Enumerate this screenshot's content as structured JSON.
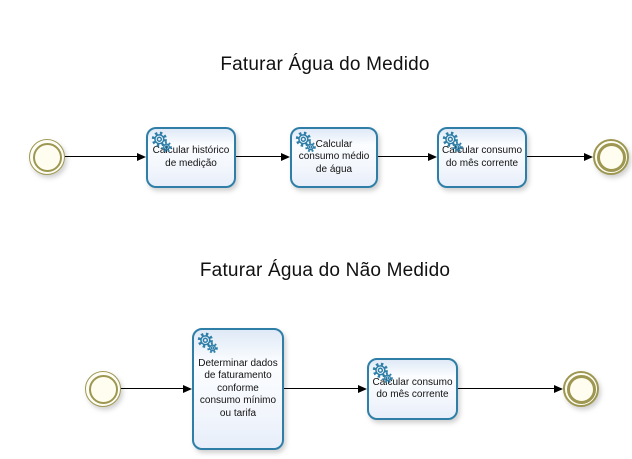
{
  "colors": {
    "task_border": "#2e7ea7",
    "task_fill": "#eef3fb",
    "event_ring": "#9d9751",
    "event_fill": "#fffdef",
    "arrow": "#000000",
    "text": "#111111"
  },
  "icons": {
    "service_task": "gears-icon"
  },
  "flows": [
    {
      "title": "Faturar Água do Medido",
      "start_event": "start",
      "end_event": "end",
      "tasks": [
        {
          "label": "Calcular histórico de medição"
        },
        {
          "label": "Calcular consumo médio de água"
        },
        {
          "label": "Calcular consumo do mês corrente"
        }
      ]
    },
    {
      "title": "Faturar Água do Não Medido",
      "start_event": "start",
      "end_event": "end",
      "tasks": [
        {
          "label": "Determinar dados de faturamento conforme consumo mínimo ou tarifa"
        },
        {
          "label": "Calcular consumo do mês corrente"
        }
      ]
    }
  ]
}
